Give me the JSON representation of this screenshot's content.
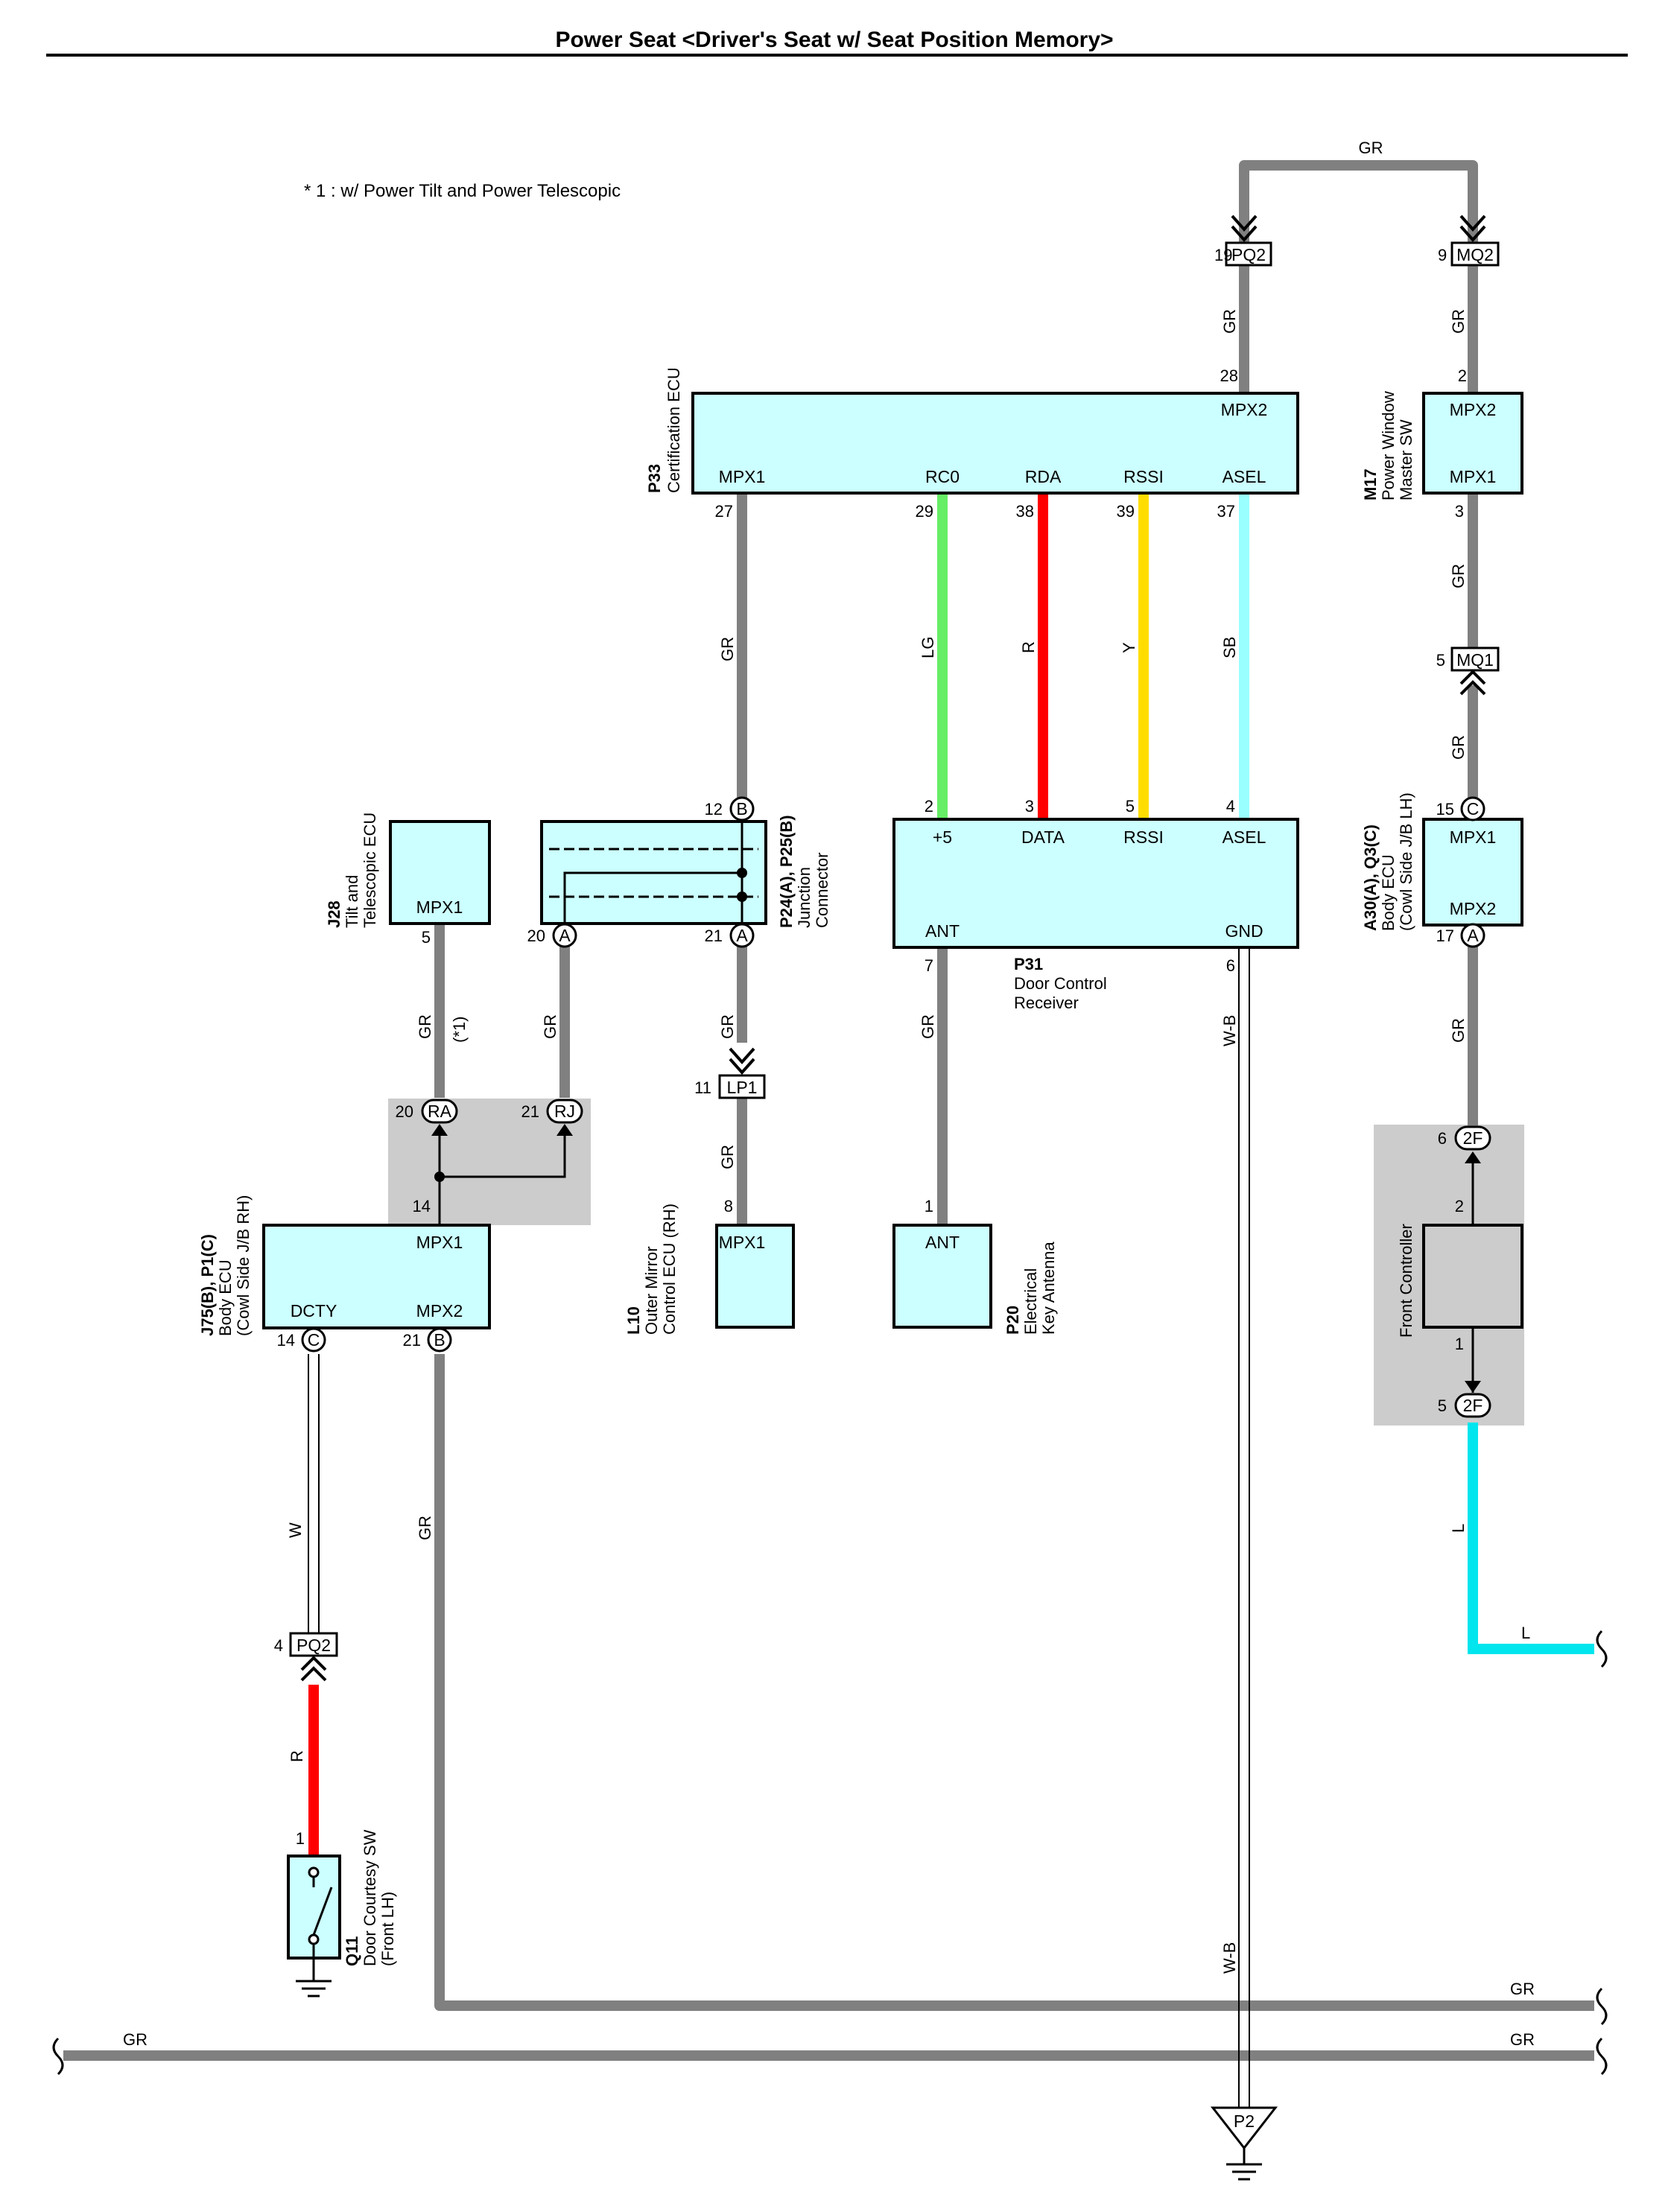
{
  "title": "Power Seat <Driver's Seat w/ Seat Position Memory>",
  "note": "* 1 : w/ Power Tilt and Power Telescopic",
  "colors": {
    "GR": "#808080",
    "LG": "#66ee66",
    "R": "#ff0000",
    "Y": "#ffdd00",
    "SB": "#99ffff",
    "L": "#00e5ee",
    "ecu_fill": "#ccffff",
    "grey_fill": "#cccccc"
  },
  "components": {
    "p33": {
      "ref": "P33",
      "name": "Certification ECU",
      "ports": [
        "MPX1",
        "RC0",
        "RDA",
        "RSSI",
        "ASEL",
        "MPX2"
      ]
    },
    "p31": {
      "ref": "P31",
      "name1": "Door Control",
      "name2": "Receiver",
      "ports": [
        "+5",
        "DATA",
        "RSSI",
        "ASEL",
        "ANT",
        "GND"
      ]
    },
    "m17": {
      "ref": "M17",
      "name1": "Power Window",
      "name2": "Master SW",
      "ports": [
        "MPX2",
        "MPX1"
      ]
    },
    "a30": {
      "ref": "A30(A), Q3(C)",
      "name1": "Body ECU",
      "name2": "(Cowl Side J/B LH)",
      "ports": [
        "MPX1",
        "MPX2"
      ]
    },
    "j28": {
      "ref": "J28",
      "name1": "Tilt and",
      "name2": "Telescopic ECU",
      "ports": [
        "MPX1"
      ]
    },
    "p24": {
      "ref": "P24(A), P25(B)",
      "name1": "Junction",
      "name2": "Connector"
    },
    "j75": {
      "ref": "J75(B), P1(C)",
      "name1": "Body ECU",
      "name2": "(Cowl Side J/B RH)",
      "ports": [
        "MPX1",
        "DCTY",
        "MPX2"
      ]
    },
    "l10": {
      "ref": "L10",
      "name1": "Outer Mirror",
      "name2": "Control ECU (RH)",
      "ports": [
        "MPX1"
      ]
    },
    "p20": {
      "ref": "P20",
      "name1": "Electrical",
      "name2": "Key Antenna",
      "ports": [
        "ANT"
      ]
    },
    "q11": {
      "ref": "Q11",
      "name1": "Door Courtesy SW",
      "name2": "(Front LH)"
    },
    "front_controller": {
      "name": "Front Controller"
    }
  },
  "connectors": {
    "pq2_top": "PQ2",
    "mq2": "MQ2",
    "mq1": "MQ1",
    "lp1": "LP1",
    "pq2_bottom": "PQ2",
    "ra": "RA",
    "rj": "RJ",
    "f2": "2F",
    "p2": "P2",
    "a": "A",
    "b": "B",
    "c": "C"
  },
  "pins": {
    "p19": "19",
    "p9": "9",
    "p28": "28",
    "p2": "2",
    "p27": "27",
    "p29": "29",
    "p38": "38",
    "p39": "39",
    "p37": "37",
    "p3": "3",
    "p5": "5",
    "p12": "12",
    "p15": "15",
    "p20": "20",
    "p21": "21",
    "p17": "17",
    "p7": "7",
    "p6": "6",
    "p4": "4",
    "p11": "11",
    "p14": "14",
    "p8": "8",
    "p1": "1"
  },
  "wire_colors": {
    "gr": "GR",
    "lg": "LG",
    "r": "R",
    "y": "Y",
    "sb": "SB",
    "wb": "W-B",
    "w": "W",
    "l": "L",
    "star1": "(*1)"
  }
}
